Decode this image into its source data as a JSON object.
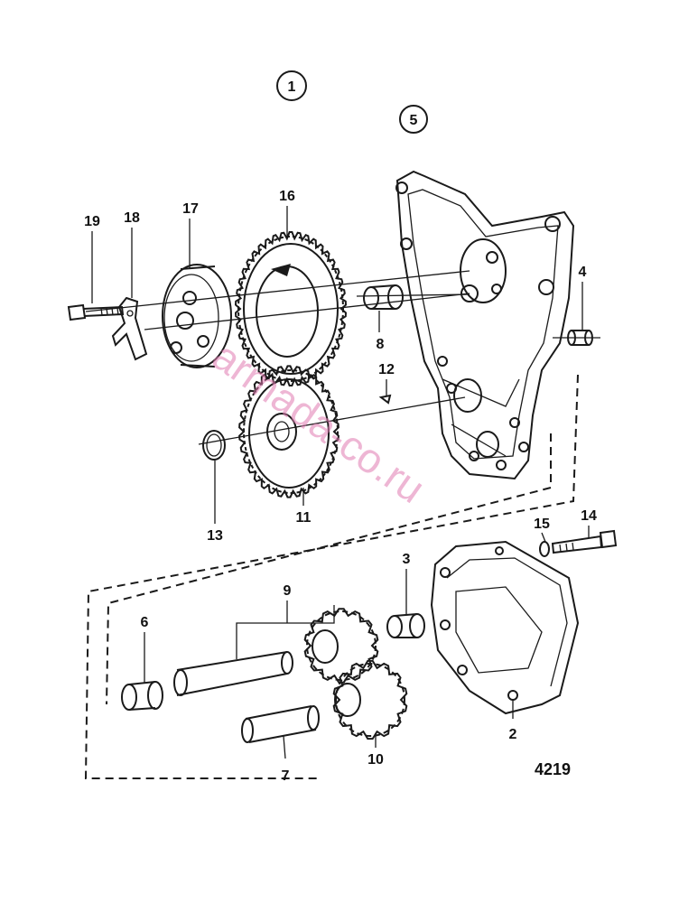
{
  "diagram": {
    "circled_labels": [
      "1",
      "5"
    ],
    "part_labels": {
      "p19": "19",
      "p18": "18",
      "p17": "17",
      "p16": "16",
      "p8": "8",
      "p12": "12",
      "p4": "4",
      "p13": "13",
      "p11": "11",
      "p15": "15",
      "p14": "14",
      "p3": "3",
      "p9": "9",
      "p6": "6",
      "p2": "2",
      "p7": "7",
      "p10": "10"
    },
    "drawing_number": "4219",
    "watermark": "armada-co.ru"
  }
}
